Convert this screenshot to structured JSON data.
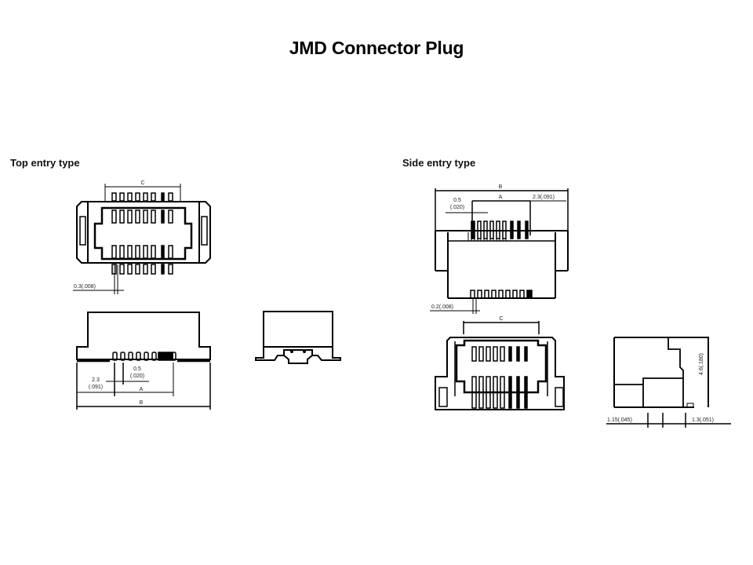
{
  "slide": {
    "title": "JMD Connector Plug"
  },
  "sections": {
    "top_entry": {
      "label": "Top entry type",
      "dimensions": {
        "c": "C",
        "pitch_offset": "0.3(.008)",
        "pitch_mm": "0.5",
        "pitch_in": "(.020)",
        "edge_mm": "2.3",
        "edge_in": "(.091)",
        "a": "A",
        "b": "B"
      }
    },
    "side_entry": {
      "label": "Side entry type",
      "dimensions": {
        "b": "B",
        "a": "A",
        "pitch_mm": "0.5",
        "pitch_in": "(.020)",
        "edge": "2.3(.091)",
        "pitch_offset": "0.2(.008)",
        "c": "C",
        "height": "4.6(.180)",
        "left_offset": "1.15(.045)",
        "right_offset": "1.3(.051)"
      }
    }
  }
}
